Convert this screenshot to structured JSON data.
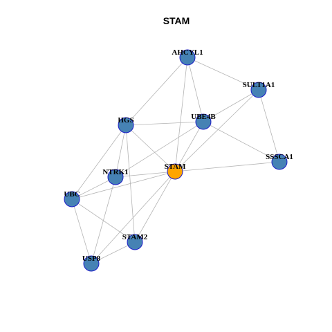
{
  "title": "STAM",
  "colors": {
    "node_fill": "#4682B4",
    "node_stroke": "#1c1cc8",
    "center_fill": "#FFA500",
    "center_stroke": "#1c1cc8",
    "edge": "#b4b4b4",
    "label": "#000000"
  },
  "network": {
    "center": "STAM",
    "nodes": [
      {
        "id": "AHCYL1",
        "label": "AHCYL1"
      },
      {
        "id": "SULT1A1",
        "label": "SULT1A1"
      },
      {
        "id": "UBE4B",
        "label": "UBE4B"
      },
      {
        "id": "HGS",
        "label": "HGS"
      },
      {
        "id": "SSSCA1",
        "label": "SSSCA1"
      },
      {
        "id": "STAM",
        "label": "STAM"
      },
      {
        "id": "NTRK1",
        "label": "NTRK1"
      },
      {
        "id": "UBC",
        "label": "UBC"
      },
      {
        "id": "STAM2",
        "label": "STAM2"
      },
      {
        "id": "USP8",
        "label": "USP8"
      }
    ],
    "edges": [
      [
        "AHCYL1",
        "SULT1A1"
      ],
      [
        "AHCYL1",
        "UBE4B"
      ],
      [
        "AHCYL1",
        "HGS"
      ],
      [
        "AHCYL1",
        "STAM"
      ],
      [
        "SULT1A1",
        "UBE4B"
      ],
      [
        "SULT1A1",
        "STAM"
      ],
      [
        "SULT1A1",
        "SSSCA1"
      ],
      [
        "UBE4B",
        "HGS"
      ],
      [
        "UBE4B",
        "SSSCA1"
      ],
      [
        "UBE4B",
        "STAM"
      ],
      [
        "UBE4B",
        "NTRK1"
      ],
      [
        "HGS",
        "STAM"
      ],
      [
        "HGS",
        "NTRK1"
      ],
      [
        "HGS",
        "UBC"
      ],
      [
        "HGS",
        "STAM2"
      ],
      [
        "SSSCA1",
        "STAM"
      ],
      [
        "STAM",
        "NTRK1"
      ],
      [
        "STAM",
        "UBC"
      ],
      [
        "STAM",
        "STAM2"
      ],
      [
        "STAM",
        "USP8"
      ],
      [
        "NTRK1",
        "UBC"
      ],
      [
        "NTRK1",
        "USP8"
      ],
      [
        "UBC",
        "STAM2"
      ],
      [
        "UBC",
        "USP8"
      ],
      [
        "STAM2",
        "USP8"
      ]
    ]
  }
}
